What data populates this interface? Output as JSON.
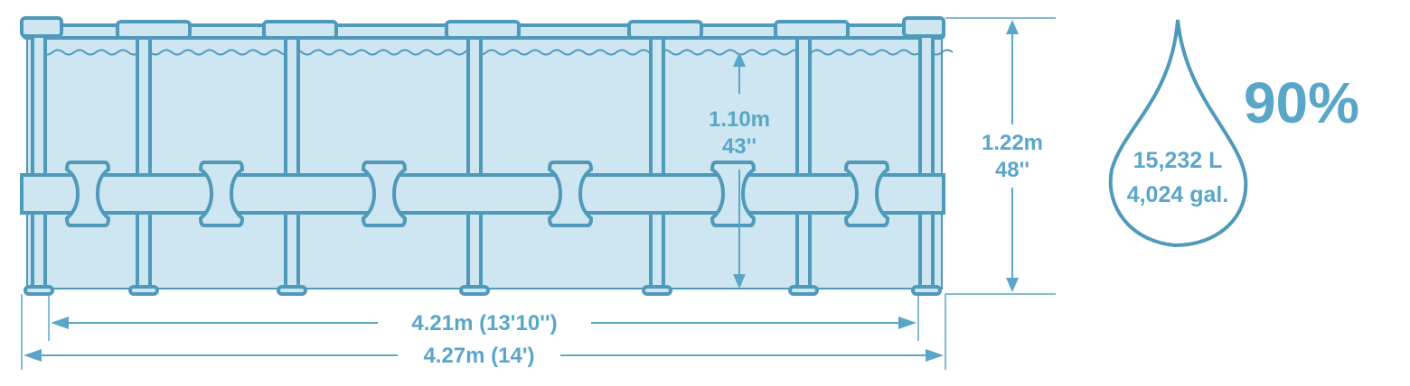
{
  "colors": {
    "stroke": "#4f99bb",
    "fill": "#cde6f1",
    "arrow": "#5aa6c8",
    "text": "#5aa6c8",
    "background": "#ffffff"
  },
  "dimensions": {
    "water_height_m": "1.10m",
    "water_height_in": "43''",
    "wall_height_m": "1.22m",
    "wall_height_in": "48''",
    "inner_diameter": "4.21m (13'10'')",
    "outer_diameter": "4.27m (14')"
  },
  "capacity": {
    "fill_percent": "90%",
    "liters": "15,232 L",
    "gallons": "4,024 gal."
  },
  "icons": [
    "pool-frame-icon",
    "water-drop-icon",
    "dimension-arrow-icon"
  ]
}
